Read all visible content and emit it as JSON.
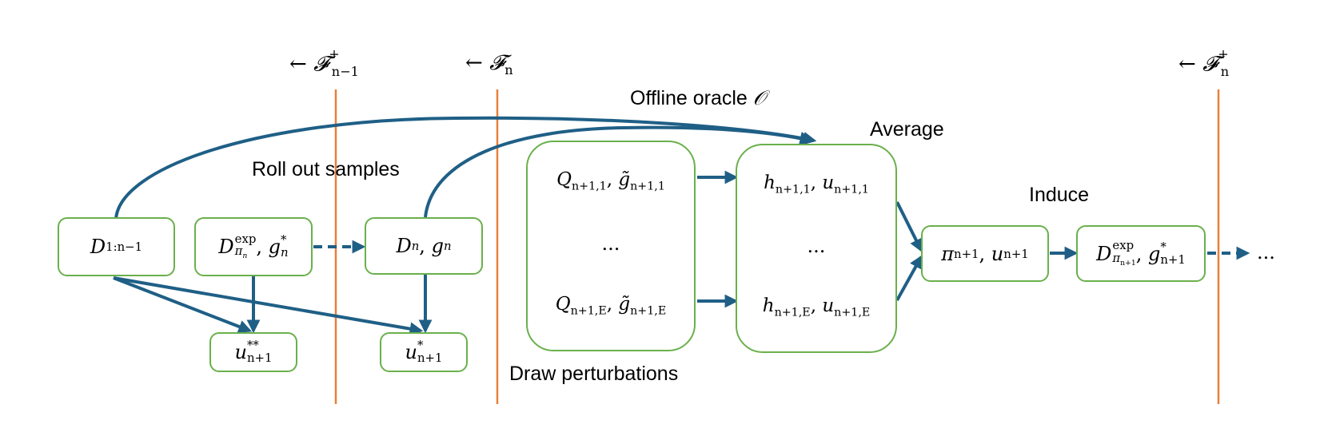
{
  "filtrations": {
    "f_prev_plus": {
      "arrow": "←",
      "sym": "𝓕",
      "sup": "+",
      "sub": "n−1"
    },
    "f_n": {
      "arrow": "←",
      "sym": "𝓕",
      "sub": "n"
    },
    "f_n_plus": {
      "arrow": "←",
      "sym": "𝓕",
      "sup": "+",
      "sub": "n"
    }
  },
  "labels": {
    "offline_oracle": "Offline oracle",
    "oracle_symbol": "𝒪",
    "average": "Average",
    "roll_out": "Roll out samples",
    "induce": "Induce",
    "draw_perturbations": "Draw perturbations"
  },
  "nodes": {
    "d_hist": {
      "base": "D",
      "sub": "1:n−1"
    },
    "d_exp": {
      "base": "D",
      "sup": "exp",
      "sub_main": "π",
      "sub_sub": "n",
      "second": "g",
      "second_sup": "*",
      "second_sub": "n"
    },
    "d_n": {
      "base": "D",
      "sub": "n",
      "second": "g",
      "second_sub": "n"
    },
    "u_double_star": {
      "base": "u",
      "sup": "**",
      "sub": "n+1"
    },
    "u_star": {
      "base": "u",
      "sup": "*",
      "sub": "n+1"
    },
    "perturb_first": {
      "a": "Q",
      "a_sub": "n+1,1",
      "b": "g̃",
      "b_sub": "n+1,1"
    },
    "perturb_dots": "...",
    "perturb_last": {
      "a": "Q",
      "a_sub": "n+1,E",
      "b": "g̃",
      "b_sub": "n+1,E"
    },
    "oracle_first": {
      "a": "h",
      "a_sub": "n+1,1",
      "b": "u",
      "b_sub": "n+1,1"
    },
    "oracle_dots": "...",
    "oracle_last": {
      "a": "h",
      "a_sub": "n+1,E",
      "b": "u",
      "b_sub": "n+1,E"
    },
    "policy": {
      "a": "π",
      "a_sub": "n+1",
      "b": "u",
      "b_sub": "n+1"
    },
    "d_exp_next": {
      "base": "D",
      "sup": "exp",
      "sub_main": "π",
      "sub_sub": "n+1",
      "second": "g",
      "second_sup": "*",
      "second_sub": "n+1"
    }
  },
  "trailing_ellipsis": "...",
  "colors": {
    "arrow": "#1f5f86",
    "box_border": "#6ab04c",
    "divider": "#e8803a"
  }
}
